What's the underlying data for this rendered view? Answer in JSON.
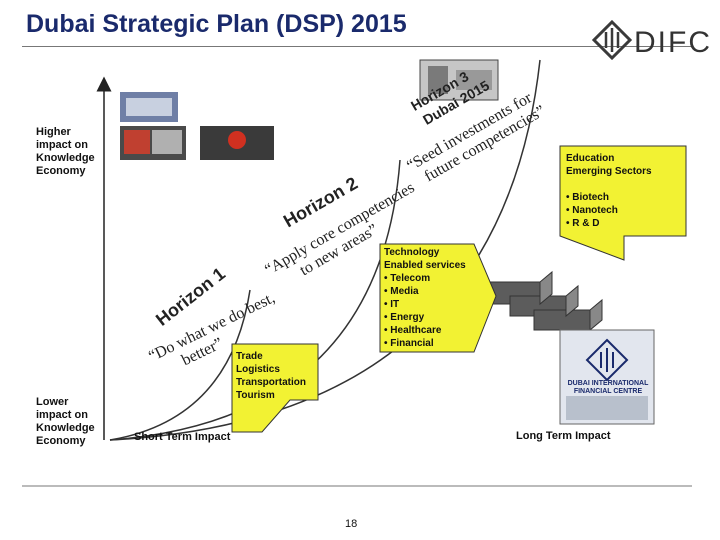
{
  "title": "Dubai Strategic Plan (DSP) 2015",
  "logo": {
    "text": "DIFC",
    "color": "#3a3a3a"
  },
  "axis": {
    "higher": [
      "Higher",
      "impact on",
      "Knowledge",
      "Economy"
    ],
    "lower": [
      "Lower",
      "impact on",
      "Knowledge",
      "Economy"
    ]
  },
  "impact_labels": {
    "short": "Short Term Impact",
    "long": "Long Term Impact"
  },
  "horizons": [
    {
      "label": "Horizon 1",
      "quote": [
        "“Do what we do best,",
        "better”"
      ]
    },
    {
      "label": "Horizon 2",
      "quote": [
        "“Apply core competencies",
        "to new areas”"
      ]
    },
    {
      "label": "Horizon 3",
      "sublabel": "Dubai 2015",
      "quote": [
        "“Seed investments for",
        "future competencies”"
      ]
    }
  ],
  "callouts": {
    "trade": [
      "Trade",
      "Logistics",
      "Transportation",
      "Tourism"
    ],
    "technology": [
      "Technology",
      "Enabled services",
      "• Telecom",
      "• Media",
      "• IT",
      "• Energy",
      "• Healthcare",
      "• Financial"
    ],
    "education": [
      "Education",
      "Emerging Sectors",
      "",
      "• Biotech",
      "• Nanotech",
      "• R & D"
    ]
  },
  "images": {
    "building_caption": "DUBAI INTERNATIONAL FINANCIAL CENTRE"
  },
  "page_number": "18",
  "colors": {
    "title": "#1a2a6c",
    "callout_fill": "#f2f233",
    "staircase": "#5c5c5c"
  }
}
